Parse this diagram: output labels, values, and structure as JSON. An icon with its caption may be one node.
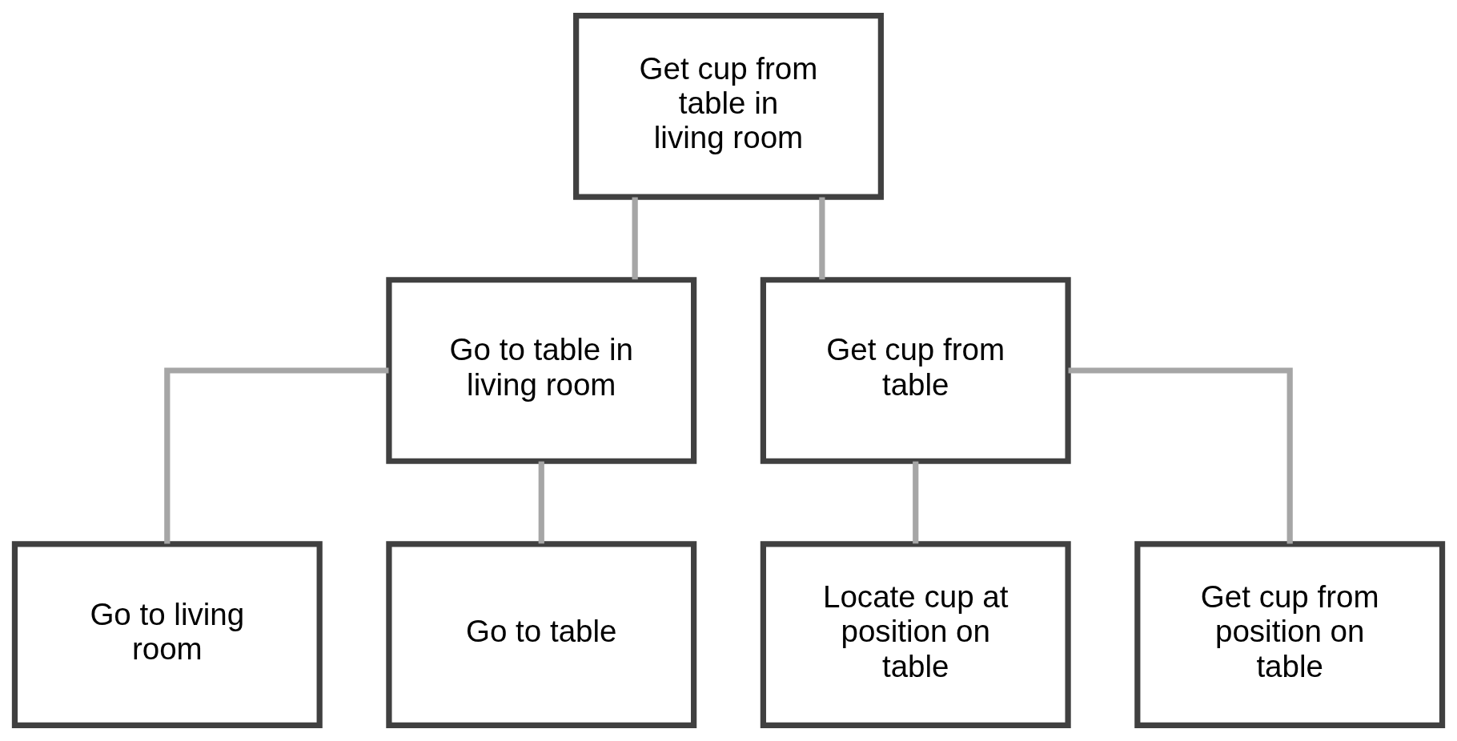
{
  "diagram": {
    "nodes": [
      {
        "text": [
          "Get cup from table in living room"
        ]
      },
      {
        "text": [
          "Go to table in living room"
        ]
      },
      {
        "text": [
          "Get cup from table"
        ]
      },
      {
        "text": [
          "Go to living room"
        ]
      },
      {
        "text": [
          "Go to table"
        ]
      },
      {
        "text": [
          "Locate cup at position on table"
        ]
      },
      {
        "text": [
          "Get cup from position on table"
        ]
      }
    ],
    "edges": [
      {
        "from": 0,
        "to": 1,
        "arrow": "none"
      },
      {
        "from": 0,
        "to": 2,
        "arrow": "none"
      },
      {
        "from": 1,
        "to": 3,
        "arrow": "none"
      },
      {
        "from": 1,
        "to": 4,
        "arrow": "none"
      },
      {
        "from": 2,
        "to": 5,
        "arrow": "none"
      },
      {
        "from": 2,
        "to": 6,
        "arrow": "none"
      }
    ]
  }
}
